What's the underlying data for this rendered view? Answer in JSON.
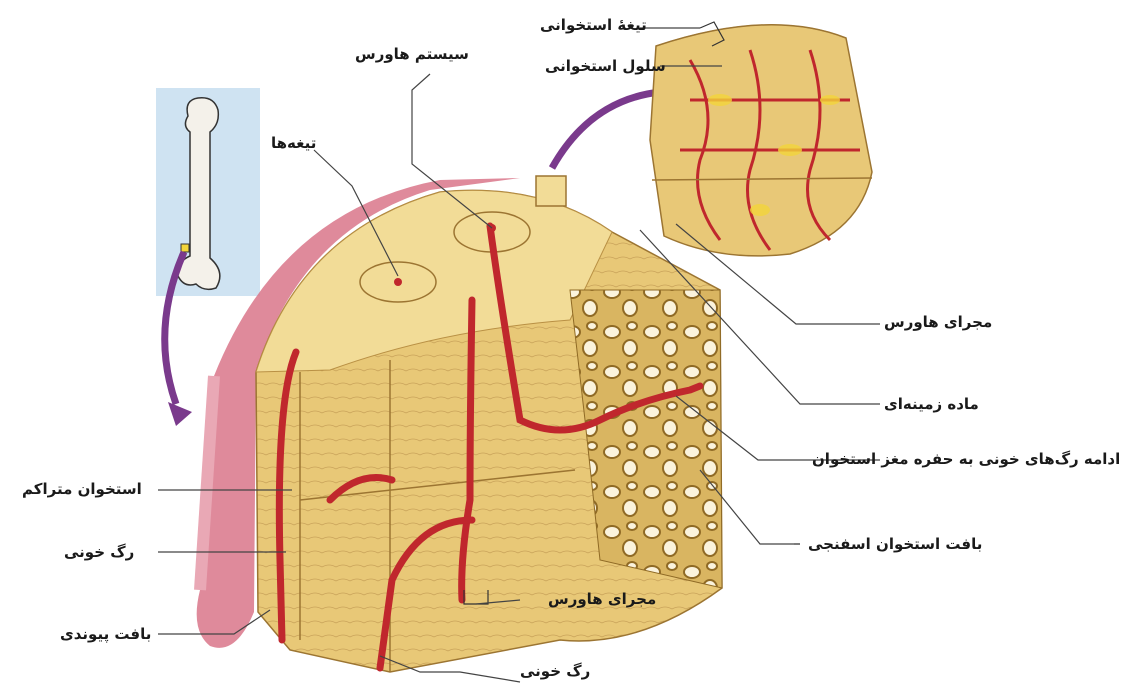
{
  "labels": {
    "lamella_bone": "تیغهٔ استخوانی",
    "bone_cell": "سلول استخوانی",
    "haversian_system": "سیستم هاورس",
    "lamellae": "تیغه‌ها",
    "haversian_canal_top": "مجرای هاورس",
    "ground_substance": "ماده زمینه‌ای",
    "vessels_to_marrow": "ادامه رگ‌های خونی به حفره مغز استخوان",
    "compact_bone": "استخوان متراکم",
    "blood_vessel_left": "رگ خونی",
    "spongy_bone": "بافت استخوان اسفنجی",
    "haversian_canal_bottom": "مجرای هاورس",
    "connective_tissue": "بافت پیوندی",
    "blood_vessel_bottom": "رگ خونی"
  },
  "colors": {
    "bone": "#e8c877",
    "bone_light": "#f2dc97",
    "bone_line": "#b99044",
    "vessel": "#c0272d",
    "periosteum": "#d9768a",
    "inset_bg": "#cfe3f2",
    "arrow": "#7a3a8c",
    "leader": "#444444"
  }
}
